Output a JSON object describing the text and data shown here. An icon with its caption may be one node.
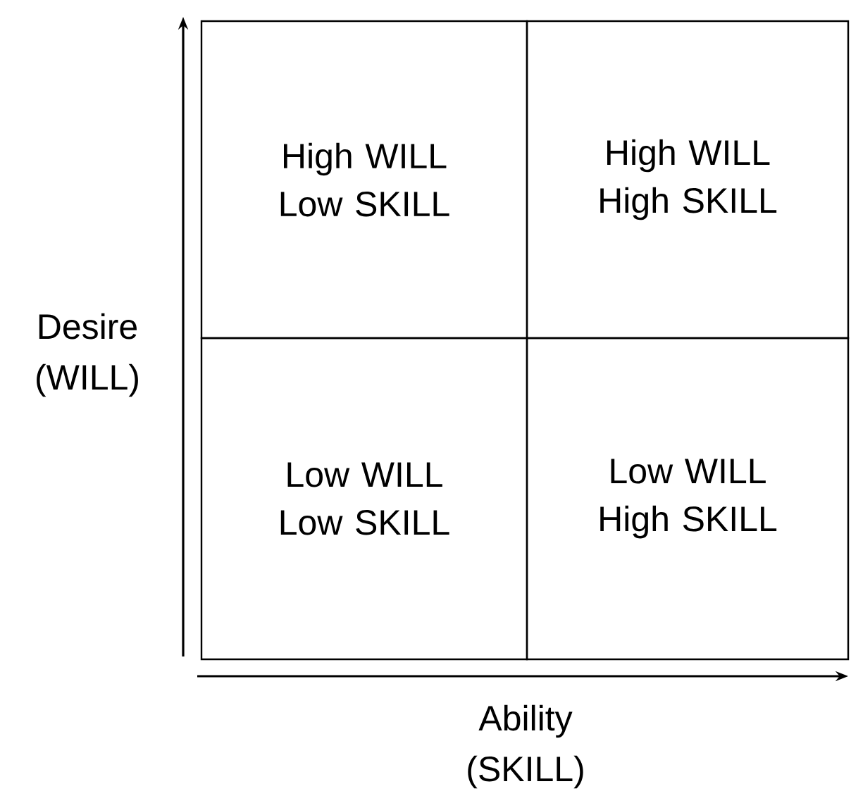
{
  "diagram": {
    "nodes": [
      {
        "text": [
          "High WILL Low SKILL"
        ]
      },
      {
        "text": [
          "High WILL High SKILL"
        ]
      },
      {
        "text": [
          "Low WILL Low SKILL"
        ]
      },
      {
        "text": [
          "Low WILL High SKILL"
        ]
      }
    ],
    "labels": [
      "Desire (WILL)",
      "Ability (SKILL)"
    ]
  }
}
